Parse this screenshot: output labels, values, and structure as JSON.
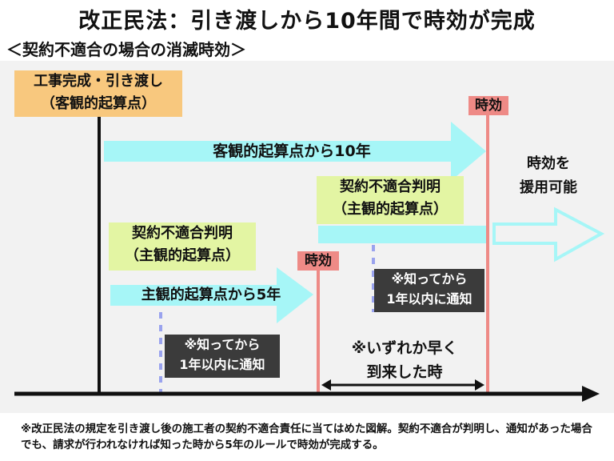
{
  "title": "改正民法：引き渡しから10年間で時効が完成",
  "subtitle": "＜契約不適合の場合の消滅時効＞",
  "start_box": {
    "line1": "工事完成・引き渡し",
    "line2": "（客観的起算点）"
  },
  "expiry_label_top": "時効",
  "expiry_label_mid": "時効",
  "objective_arrow_label": "客観的起算点から10年",
  "right_result": {
    "line1": "時効を",
    "line2": "援用可能"
  },
  "discovery_box_upper": {
    "line1": "契約不適合判明",
    "line2": "（主観的起算点）"
  },
  "discovery_box_lower": {
    "line1": "契約不適合判明",
    "line2": "（主観的起算点）"
  },
  "subjective_arrow_label": "主観的起算点から5年",
  "notice_upper": {
    "line1": "※知ってから",
    "line2": "1年以内に通知"
  },
  "notice_lower": {
    "line1": "※知ってから",
    "line2": "1年以内に通知"
  },
  "earlier_note": {
    "line1": "※いずれか早く",
    "line2": "到来した時"
  },
  "footnote": "※改正民法の規定を引き渡し後の施工者の契約不適合責任に当てはめた図解。契約不適合が判明し、通知があった場合でも、請求が行われなければ知った時から5年のルールで時効が完成する。",
  "colors": {
    "arrow": "#a6f6f7",
    "expiry_line": "#ee8a86",
    "dashed": "#9aa3ee",
    "orange": "#f8c87e",
    "green": "#e3f5a3"
  }
}
